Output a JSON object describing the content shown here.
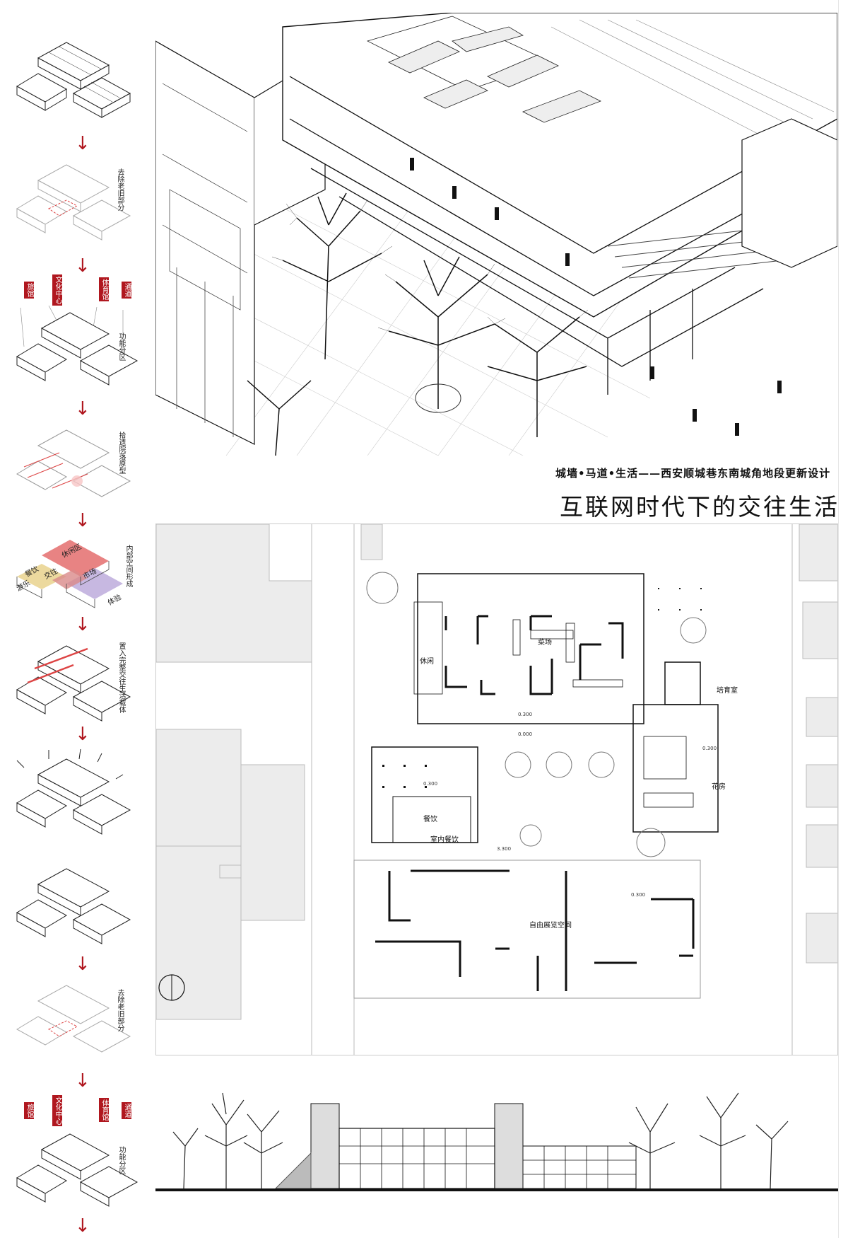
{
  "left_column": {
    "step2_label": "去除老旧部分",
    "step3_tags": [
      "旅馆",
      "文化中心",
      "体育馆",
      "通道"
    ],
    "step3_label": "功能分区",
    "step4_label": "拾遗院落原型",
    "step5_inner": [
      "休闲区",
      "市场",
      "交往",
      "体验",
      "餐饮",
      "游乐"
    ],
    "step5_label": "内部空间形成",
    "step6_label": "置入完整交往生活载体",
    "step8_label": "去除老旧部分",
    "step9_tags": [
      "旅馆",
      "文化中心",
      "体育馆",
      "通道"
    ],
    "step9_label": "功能分区",
    "arrow_glyph": "↓",
    "accent_color": "#b0171f"
  },
  "header": {
    "subtitle": "城墙•马道•生活——西安顺城巷东南城角地段更新设计",
    "title": "互联网时代下的交往生活"
  },
  "plan": {
    "rooms": {
      "leisure": "休闲",
      "market": "菜场",
      "dining": "餐饮",
      "indoor_dining": "室内餐饮",
      "nursery": "培育室",
      "flower_room": "花房",
      "exhibition": "自由展览空间"
    },
    "levels": {
      "a": "0.300",
      "b": "0.000",
      "c": "0.300",
      "d": "3.300",
      "e": "0.300",
      "f": "0.300"
    }
  }
}
